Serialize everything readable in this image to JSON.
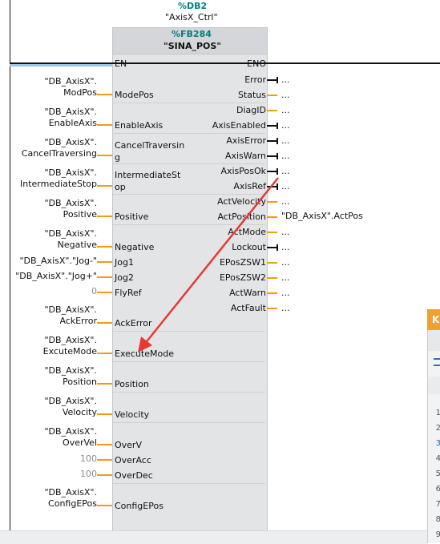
{
  "header": {
    "db_ref": "%DB2",
    "db_name": "\"AxisX_Ctrl\"",
    "fb_ref": "%FB284",
    "fb_name": "\"SINA_POS\""
  },
  "inputs": [
    {
      "pin": "EN",
      "operand1": "",
      "operand2": ""
    },
    {
      "pin": "ModePos",
      "operand1": "\"DB_AxisX\".",
      "operand2": "ModPos"
    },
    {
      "pin": "EnableAxis",
      "operand1": "\"DB_AxisX\".",
      "operand2": "EnableAxis"
    },
    {
      "pin": "CancelTraversin",
      "pin2": "g",
      "operand1": "\"DB_AxisX\".",
      "operand2": "CancelTraversing"
    },
    {
      "pin": "IntermediateSt",
      "pin2": "op",
      "operand1": "\"DB_AxisX\".",
      "operand2": "IntermediateStop"
    },
    {
      "pin": "Positive",
      "operand1": "\"DB_AxisX\".",
      "operand2": "Positive"
    },
    {
      "pin": "Negative",
      "operand1": "\"DB_AxisX\".",
      "operand2": "Negative"
    },
    {
      "pin": "Jog1",
      "operand1": "\"DB_AxisX\".\"Jog-\"",
      "operand2": ""
    },
    {
      "pin": "Jog2",
      "operand1": "\"DB_AxisX\".\"Jog+\"",
      "operand2": ""
    },
    {
      "pin": "FlyRef",
      "operand1": "0",
      "operand2": ""
    },
    {
      "pin": "AckError",
      "operand1": "\"DB_AxisX\".",
      "operand2": "AckError"
    },
    {
      "pin": "ExecuteMode",
      "operand1": "\"DB_AxisX\".",
      "operand2": "ExcuteMode"
    },
    {
      "pin": "Position",
      "operand1": "\"DB_AxisX\".",
      "operand2": "Position"
    },
    {
      "pin": "Velocity",
      "operand1": "\"DB_AxisX\".",
      "operand2": "Velocity"
    },
    {
      "pin": "OverV",
      "operand1": "\"DB_AxisX\".",
      "operand2": "OverVel"
    },
    {
      "pin": "OverAcc",
      "operand1": "100",
      "operand2": ""
    },
    {
      "pin": "OverDec",
      "operand1": "100",
      "operand2": ""
    },
    {
      "pin": "ConfigEPos",
      "operand1": "\"DB_AxisX\".",
      "operand2": "ConfigEPos"
    }
  ],
  "outputs": [
    {
      "pin": "ENO",
      "value": ""
    },
    {
      "pin": "Error",
      "value": "..."
    },
    {
      "pin": "Status",
      "value": "..."
    },
    {
      "pin": "DiagID",
      "value": "..."
    },
    {
      "pin": "AxisEnabled",
      "value": "..."
    },
    {
      "pin": "AxisError",
      "value": "..."
    },
    {
      "pin": "AxisWarn",
      "value": "..."
    },
    {
      "pin": "AxisPosOk",
      "value": "..."
    },
    {
      "pin": "AxisRef",
      "value": "..."
    },
    {
      "pin": "ActVelocity",
      "value": "..."
    },
    {
      "pin": "ActPosition",
      "value": "\"DB_AxisX\".ActPos"
    },
    {
      "pin": "ActMode",
      "value": "..."
    },
    {
      "pin": "Lockout",
      "value": "..."
    },
    {
      "pin": "EPosZSW1",
      "value": "..."
    },
    {
      "pin": "EPosZSW2",
      "value": "..."
    },
    {
      "pin": "ActWarn",
      "value": "..."
    },
    {
      "pin": "ActFault",
      "value": "..."
    }
  ],
  "side_panel": {
    "title_char": "K",
    "row_numbers": [
      "1",
      "2",
      "3",
      "4",
      "5",
      "6",
      "7",
      "8",
      "9"
    ]
  },
  "colors": {
    "wire_orange": "#f39c12",
    "header_teal": "#00807f",
    "block_bg": "#e3e4e6",
    "arrow_red": "#e53935"
  }
}
